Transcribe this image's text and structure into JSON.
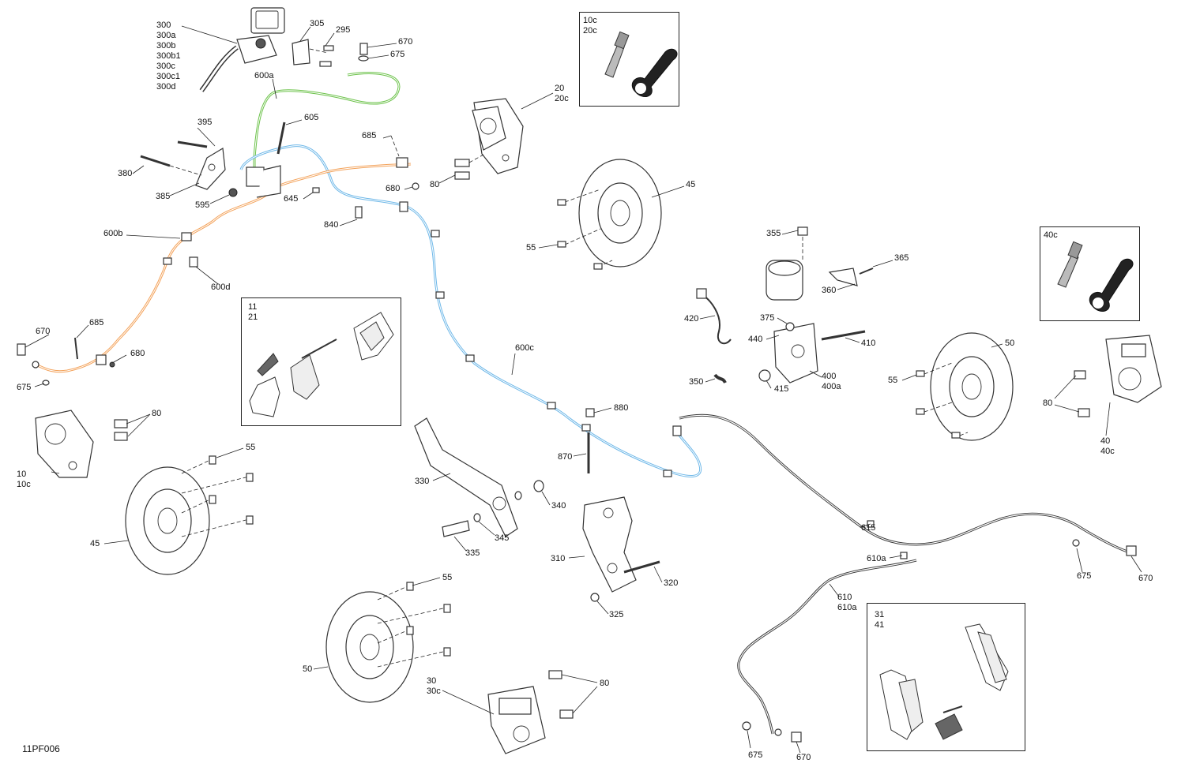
{
  "diagram_code": "11PF006",
  "colors": {
    "green_line": "#6cc24a",
    "orange_line": "#f3a25a",
    "blue_line": "#6fb8e8",
    "ink": "#222222"
  },
  "insets": {
    "inset_10c": {
      "lines": [
        "10c",
        "20c"
      ]
    },
    "inset_40c": {
      "lines": [
        "40c"
      ]
    },
    "inset_11": {
      "lines": [
        "11",
        "21"
      ]
    },
    "inset_31": {
      "lines": [
        "31",
        "41"
      ]
    }
  },
  "labels": [
    "300\n300a\n300b\n300b1\n300c\n300c1\n300d",
    "305",
    "295",
    "670",
    "675",
    "600a",
    "20\n20c",
    "395",
    "605",
    "685",
    "380",
    "385",
    "595",
    "645",
    "680",
    "80",
    "840",
    "45",
    "55",
    "600b",
    "600d",
    "685",
    "670",
    "680",
    "675",
    "355",
    "365",
    "360",
    "420",
    "375",
    "440",
    "410",
    "400\n400a",
    "415",
    "350",
    "50",
    "55",
    "80",
    "40\n40c",
    "600c",
    "880",
    "870",
    "80",
    "10\n10c",
    "55",
    "45",
    "330",
    "340",
    "345",
    "335",
    "310",
    "320",
    "325",
    "615",
    "610a",
    "610\n610a",
    "675",
    "670",
    "55",
    "50",
    "30\n30c",
    "80",
    "675",
    "670"
  ]
}
